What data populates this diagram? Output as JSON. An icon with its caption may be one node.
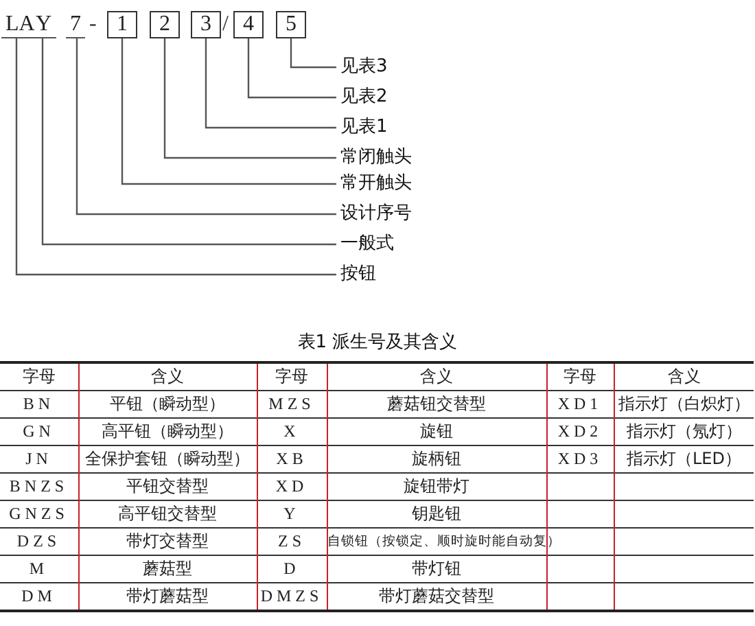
{
  "diagram": {
    "nodes": [
      {
        "text": [
          "LA"
        ]
      },
      {
        "text": [
          "Y"
        ]
      },
      {
        "text": [
          "7"
        ]
      },
      {
        "text": [
          "1"
        ]
      },
      {
        "text": [
          "2"
        ]
      },
      {
        "text": [
          "3"
        ]
      },
      {
        "text": [
          "4"
        ]
      },
      {
        "text": [
          "5"
        ]
      },
      {
        "text": [
          "见表3"
        ]
      },
      {
        "text": [
          "见表2"
        ]
      },
      {
        "text": [
          "见表1"
        ]
      },
      {
        "text": [
          "常闭触头"
        ]
      },
      {
        "text": [
          "常开触头"
        ]
      },
      {
        "text": [
          "设计序号"
        ]
      },
      {
        "text": [
          "一般式"
        ]
      },
      {
        "text": [
          "按钮"
        ]
      }
    ],
    "edges": [
      {
        "from": 7,
        "to": 8,
        "arrow": "none"
      },
      {
        "from": 6,
        "to": 9,
        "arrow": "none"
      },
      {
        "from": 5,
        "to": 10,
        "arrow": "none"
      },
      {
        "from": 4,
        "to": 11,
        "arrow": "none"
      },
      {
        "from": 3,
        "to": 12,
        "arrow": "none"
      },
      {
        "from": 2,
        "to": 13,
        "arrow": "none"
      },
      {
        "from": 1,
        "to": 14,
        "arrow": "none"
      },
      {
        "from": 0,
        "to": 15,
        "arrow": "none"
      }
    ],
    "labels": [
      "-",
      "/",
      "表1 派生号及其含义",
      "字母",
      "含义",
      "字母",
      "含义",
      "字母",
      "含义",
      "BN",
      "平钮（瞬动型）",
      "MZS",
      "蘑菇钮交替型",
      "XD1",
      "指示灯（白炽灯）",
      "GN",
      "高平钮（瞬动型）",
      "X",
      "旋钮",
      "XD2",
      "指示灯（氖灯）",
      "JN",
      "全保护套钮（瞬动型）",
      "XB",
      "旋柄钮",
      "XD3",
      "指示灯（LED）",
      "BNZS",
      "平钮交替型",
      "XD",
      "旋钮带灯",
      "GNZS",
      "高平钮交替型",
      "Y",
      "钥匙钮",
      "DZS",
      "带灯交替型",
      "ZS",
      "自锁钮（按锁定、顺时旋时能自动复）",
      "M",
      "蘑菇型",
      "D",
      "带灯钮",
      "DM",
      "带灯蘑菇型",
      "DMZS",
      "带灯蘑菇交替型"
    ]
  }
}
